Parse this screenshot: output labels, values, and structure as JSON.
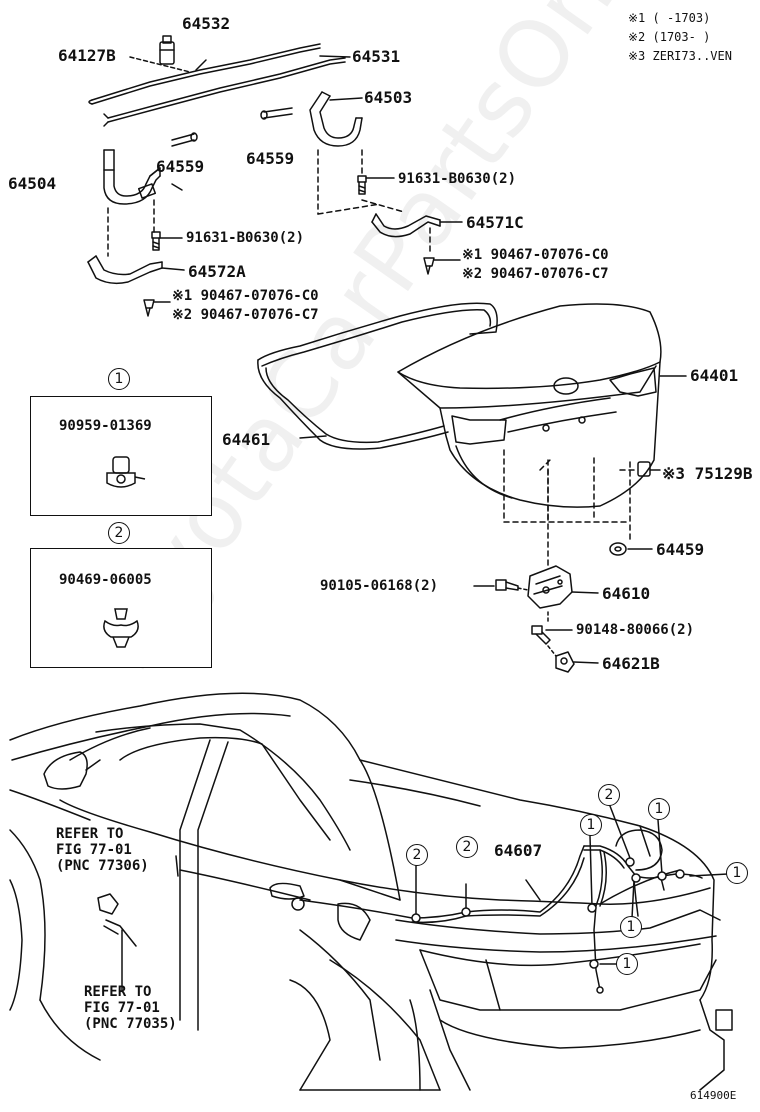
{
  "notes": [
    "※1 (      -1703)",
    "※2 (1703-      )",
    "※3 ZERI73..VEN"
  ],
  "parts": {
    "p64532": "64532",
    "p64127B": "64127B",
    "p64531": "64531",
    "p64503": "64503",
    "p64559a": "64559",
    "p64559b": "64559",
    "p64504": "64504",
    "p91631a": "91631-B0630(2)",
    "p91631b": "91631-B0630(2)",
    "p64571C": "64571C",
    "p64572A": "64572A",
    "p90467a1": "※1 90467-07076-C0",
    "p90467a2": "※2 90467-07076-C7",
    "p90467b1": "※1 90467-07076-C0",
    "p90467b2": "※2 90467-07076-C7",
    "p64401": "64401",
    "p64461": "64461",
    "p75129B": "※3 75129B",
    "p64459": "64459",
    "p90105": "90105-06168(2)",
    "p64610": "64610",
    "p90148": "90148-80066(2)",
    "p64621B": "64621B",
    "p64607": "64607"
  },
  "detail_boxes": [
    {
      "marker": "1",
      "part": "90959-01369"
    },
    {
      "marker": "2",
      "part": "90469-06005"
    }
  ],
  "callouts": {
    "one": "1",
    "two": "2"
  },
  "refs": {
    "ref1": "REFER TO\nFIG 77-01\n(PNC 77306)",
    "ref2": "REFER TO\nFIG 77-01\n(PNC 77035)"
  },
  "diagram_code": "614900E",
  "watermark": "ToyotaCarPartsOnline.ru"
}
